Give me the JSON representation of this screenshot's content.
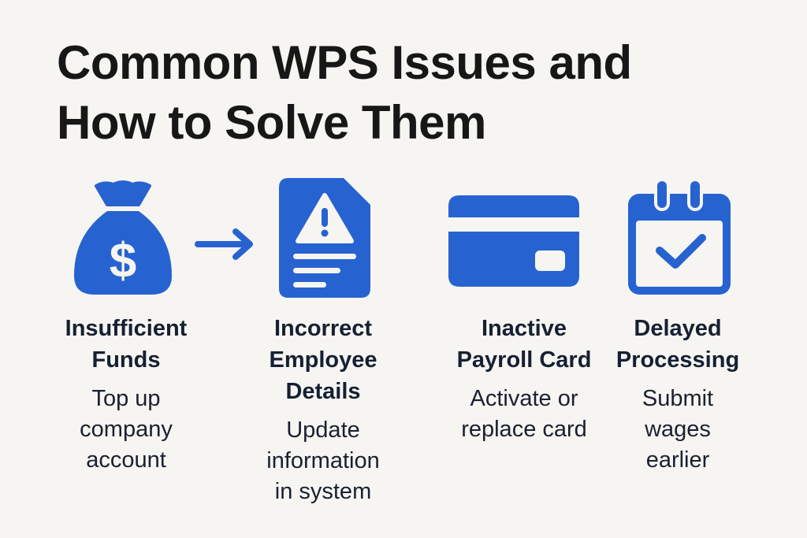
{
  "title": {
    "line1": "Common WPS Issues and",
    "line2": "How to Solve Them"
  },
  "colors": {
    "accent": "#2763d0",
    "background": "#f6f5f2",
    "text": "#171717"
  },
  "issues": [
    {
      "icon": "money-bag-icon",
      "label_lines": [
        "Insufficient",
        "Funds"
      ],
      "solution_lines": [
        "Top up",
        "company",
        "account"
      ]
    },
    {
      "icon": "document-warning-icon",
      "label_lines": [
        "Incorrect",
        "Employee",
        "Details"
      ],
      "solution_lines": [
        "Update",
        "information",
        "in system"
      ]
    },
    {
      "icon": "credit-card-icon",
      "label_lines": [
        "Inactive",
        "Payroll Card"
      ],
      "solution_lines": [
        "Activate or",
        "replace card"
      ]
    },
    {
      "icon": "calendar-check-icon",
      "label_lines": [
        "Delayed",
        "Processing"
      ],
      "solution_lines": [
        "Submit",
        "wages",
        "earlier"
      ]
    }
  ],
  "connector": {
    "icon": "arrow-right-icon"
  }
}
